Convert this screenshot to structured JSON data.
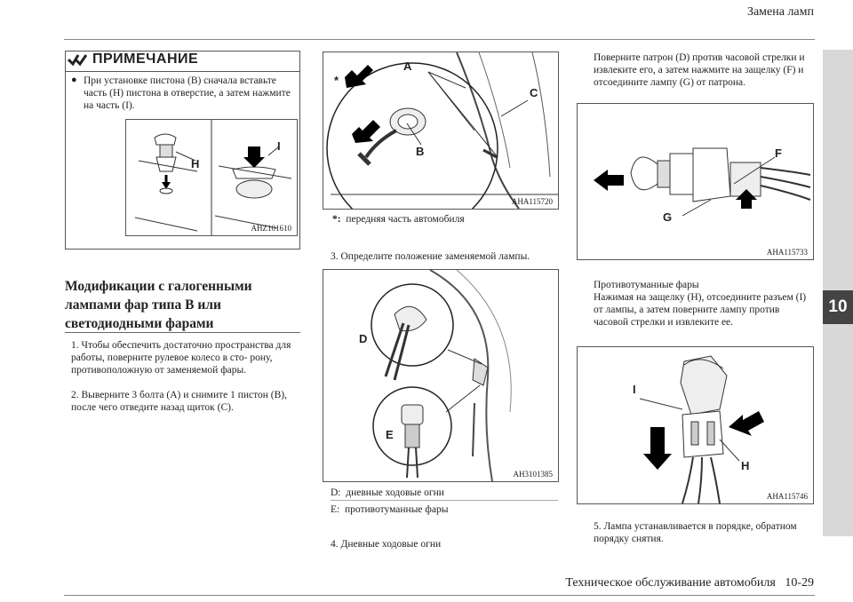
{
  "header": {
    "title": "Замена ламп"
  },
  "footer": {
    "text": "Техническое обслуживание автомобиля",
    "page": "10-29"
  },
  "side_tab": {
    "number": "10"
  },
  "note": {
    "heading": "ПРИМЕЧАНИЕ",
    "text": "При установке пистона (B) сначала вставьте часть (H) пистона в отверстие, а затем нажмите на часть (I).",
    "figure_code": "AHZ101610",
    "fig_labels": {
      "h": "H",
      "i": "I"
    }
  },
  "section": {
    "title": "Модификации с галогенными лампами фар типа B или светодиодными фарами",
    "step1": "1. Чтобы обеспечить достаточно пространства для работы, поверните рулевое колесо в сто- рону, противоположную от заменяемой фары.",
    "step2": "2. Выверните 3 болта (A) и снимите 1 пистон (B), после чего отведите назад щиток (C)."
  },
  "fig1": {
    "code": "AHA115720",
    "labels": {
      "a": "A",
      "b": "B",
      "c": "C",
      "star": "*"
    }
  },
  "fig1_caption": {
    "mark": "*:",
    "text": "передняя часть автомобиля"
  },
  "step3": "3. Определите положение заменяемой лампы.",
  "fig2": {
    "code": "AH3101385",
    "labels": {
      "d": "D",
      "e": "E"
    }
  },
  "legend": [
    {
      "key": "D:",
      "text": "дневные ходовые огни"
    },
    {
      "key": "E:",
      "text": "противотуманные фары"
    }
  ],
  "step4": "4. Дневные ходовые огни",
  "col3_text": "Поверните патрон (D) против часовой стрелки и извлеките его, а затем нажмите на защелку (F) и отсоедините лампу (G) от патрона.",
  "fig3": {
    "code": "AHA115733",
    "labels": {
      "f": "F",
      "g": "G"
    }
  },
  "fog": {
    "title": "Противотуманные фары",
    "text": "Нажимая на защелку (H), отсоедините разъем (I) от лампы, а затем поверните лампу против часовой стрелки и извлеките ее."
  },
  "fig4": {
    "code": "AHA115746",
    "labels": {
      "i": "I",
      "h": "H"
    }
  },
  "step5": "5. Лампа устанавливается в порядке, обратном порядку снятия."
}
